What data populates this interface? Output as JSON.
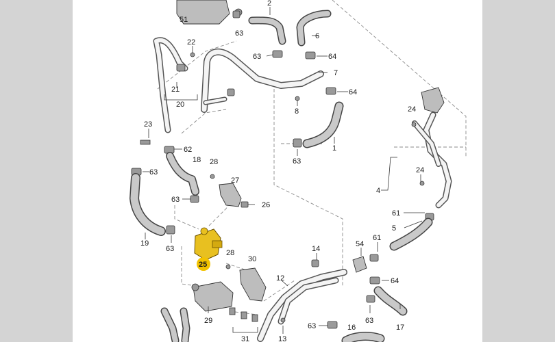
{
  "highlight_color": "#f2c200",
  "panel_color": "#ffffff",
  "background_color": "#d4d4d4",
  "highlighted_callout": "25",
  "callouts": {
    "c51": "51",
    "c2": "2",
    "c63a": "63",
    "c6": "6",
    "c22": "22",
    "c63b": "63",
    "c64a": "64",
    "c7": "7",
    "c21": "21",
    "c64b": "64",
    "c20": "20",
    "c8": "8",
    "c24a": "24",
    "c23": "23",
    "c1": "1",
    "c62": "62",
    "c63c": "63",
    "c18": "18",
    "c28a": "28",
    "c63d": "63",
    "c24b": "24",
    "c4": "4",
    "c27": "27",
    "c63e": "63",
    "c26": "26",
    "c61a": "61",
    "c5": "5",
    "c19": "19",
    "c63f": "63",
    "c25": "25",
    "c28b": "28",
    "c30": "30",
    "c54": "54",
    "c61b": "61",
    "c14": "14",
    "c12": "12",
    "c64c": "64",
    "c63g": "63",
    "c29": "29",
    "c17": "17",
    "c63h": "63",
    "c16": "16",
    "c31": "31",
    "c13": "13"
  }
}
